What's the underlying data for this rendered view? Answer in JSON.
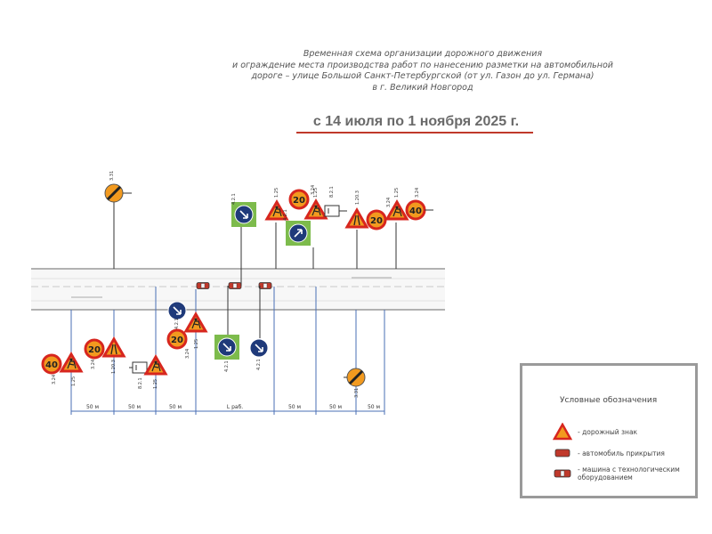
{
  "header": {
    "line1": "Временная схема организации дорожного движения",
    "line2": "и ограждение места производства работ по нанесению разметки на автомобильной",
    "line3": "дороге – улице Большой Санкт-Петербургской (от ул. Газон до ул. Германа)",
    "line4": "в г. Великий Новгород"
  },
  "date_range": "с 14 июля по 1 ноября 2025 г.",
  "signs": {
    "s1": "3.31",
    "s2": "4.2.1",
    "s3": "1.25",
    "s4": "20",
    "s5": "3.24",
    "s6": "8.2.1",
    "s7": "1.25",
    "s8": "4.2.1",
    "s9": "1.20.3",
    "s10": "20",
    "s11": "3.24",
    "s12": "1.25",
    "s13": "40",
    "s14": "3.24",
    "b1": "40",
    "b2": "3.24",
    "b3": "1.25",
    "b4": "20",
    "b5": "3.24",
    "b6": "1.20.3",
    "b7": "8.2.1",
    "b8": "1.25",
    "b9": "4.2.1",
    "b10": "20",
    "b11": "3.24",
    "b12": "1.25",
    "b13": "4.2.1",
    "b14": "4.2.1",
    "b15": "3.31"
  },
  "distances": [
    "50 м",
    "50 м",
    "50 м",
    "L раб.",
    "50 м",
    "50 м",
    "50 м"
  ],
  "legend": {
    "title": "Условные обозначения",
    "item1": "- дорожный знак",
    "item2": "- автомобиль прикрытия",
    "item3": "- машина с технологическим оборудованием"
  },
  "colors": {
    "sign_red": "#d7261e",
    "sign_orange": "#f29a1f",
    "sign_blue": "#1f3a7a",
    "plate_green": "#7dbb4c"
  }
}
